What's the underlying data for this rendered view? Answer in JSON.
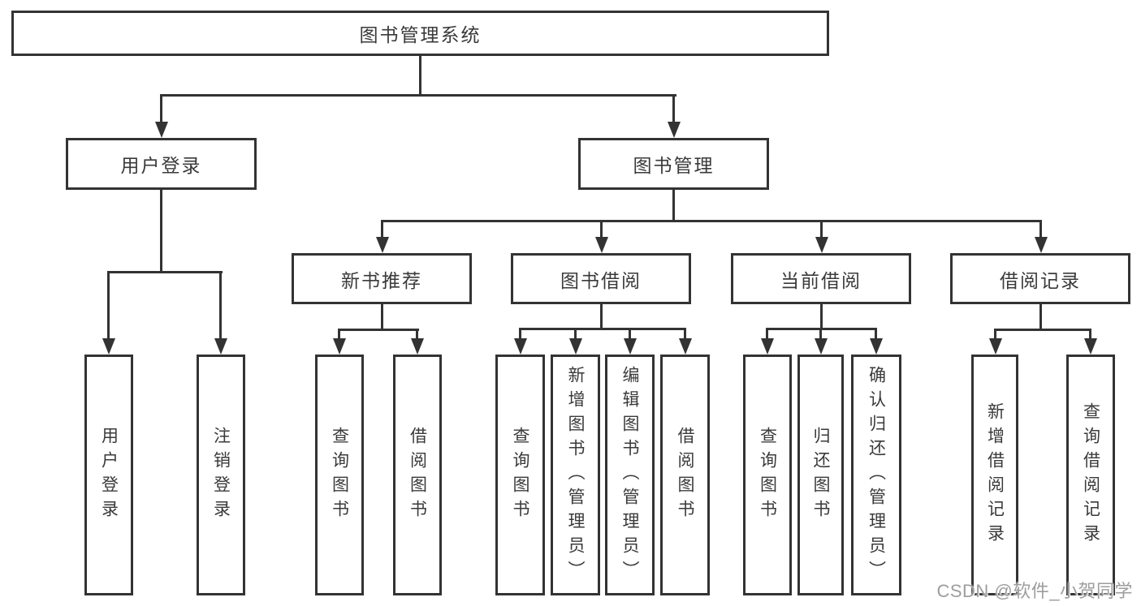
{
  "tree": {
    "root": {
      "label": "图书管理系统",
      "children": [
        {
          "label": "用户登录",
          "children": [
            {
              "label": "用户登录"
            },
            {
              "label": "注销登录"
            }
          ]
        },
        {
          "label": "图书管理",
          "children": [
            {
              "label": "新书推荐",
              "children": [
                {
                  "label": "查询图书"
                },
                {
                  "label": "借阅图书"
                }
              ]
            },
            {
              "label": "图书借阅",
              "children": [
                {
                  "label": "查询图书"
                },
                {
                  "label": "新增图书（管理员）"
                },
                {
                  "label": "编辑图书（管理员）"
                },
                {
                  "label": "借阅图书"
                }
              ]
            },
            {
              "label": "当前借阅",
              "children": [
                {
                  "label": "查询图书"
                },
                {
                  "label": "归还图书"
                },
                {
                  "label": "确认归还（管理员）"
                }
              ]
            },
            {
              "label": "借阅记录",
              "children": [
                {
                  "label": "新增借阅记录"
                },
                {
                  "label": "查询借阅记录"
                }
              ]
            }
          ]
        }
      ]
    }
  },
  "watermark": {
    "text": "CSDN @软件_小贺同学"
  },
  "colors": {
    "line": "#333333",
    "text": "#3a3a3a",
    "background": "#ffffff",
    "watermark": "#9d9d9d"
  }
}
